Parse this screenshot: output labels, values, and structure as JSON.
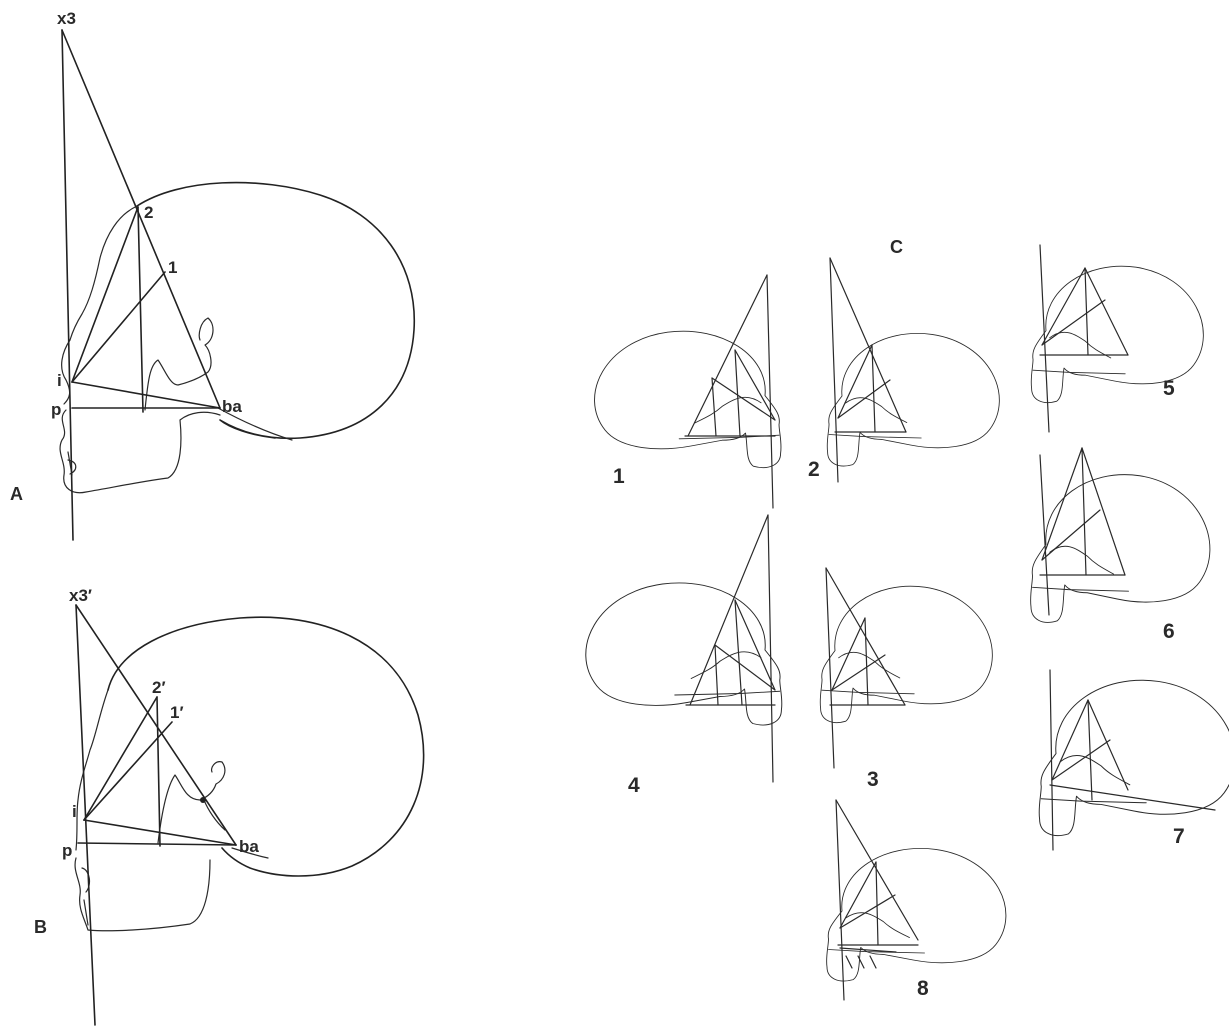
{
  "panels": {
    "a": "A",
    "b": "B",
    "c": "C"
  },
  "points_a": {
    "x3": "x3",
    "p2": "2",
    "p1": "1",
    "i": "i",
    "p": "p",
    "ba": "ba"
  },
  "points_b": {
    "x3": "x3′",
    "p2": "2′",
    "p1": "1′",
    "i": "i",
    "p": "p",
    "ba": "ba"
  },
  "specimens": [
    "1",
    "2",
    "3",
    "4",
    "5",
    "6",
    "7",
    "8"
  ],
  "colors": {
    "ink": "#222222",
    "paper": "#ffffff"
  }
}
